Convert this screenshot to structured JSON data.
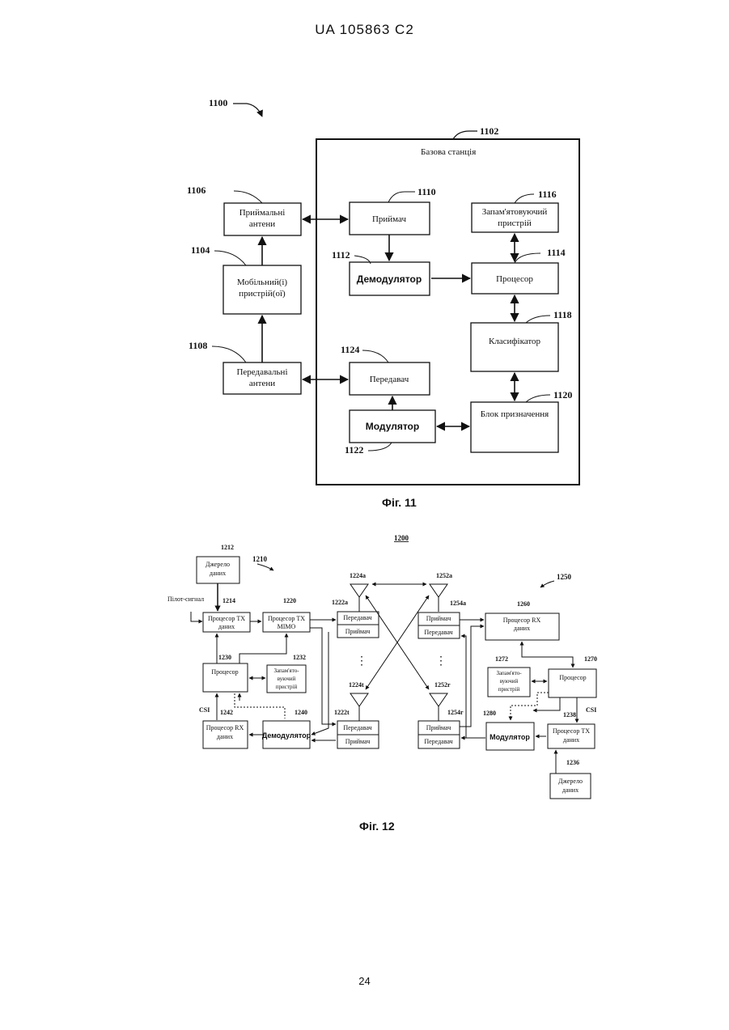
{
  "page": {
    "header": "UA   105863   C2",
    "page_number": "24"
  },
  "fig11": {
    "caption": "Фіг. 11",
    "ref_system": "1100",
    "ref_station": "1102",
    "station_title": "Базова станція",
    "boxes": {
      "rx_antennas": {
        "line1": "Приймальні",
        "line2": "антени",
        "ref": "1106"
      },
      "mobile": {
        "line1": "Мобільний(і)",
        "line2": "пристрій(ої)",
        "ref": "1104"
      },
      "tx_antennas": {
        "line1": "Передавальні",
        "line2": "антени",
        "ref": "1108"
      },
      "receiver": {
        "label": "Приймач",
        "ref": "1110"
      },
      "demodulator": {
        "label": "Демодулятор",
        "ref": "1112"
      },
      "memory": {
        "line1": "Запам'ятовуючий",
        "line2": "пристрій",
        "ref": "1116"
      },
      "processor": {
        "label": "Процесор",
        "ref": "1114"
      },
      "classifier": {
        "label": "Класифікатор",
        "ref": "1118"
      },
      "transmitter": {
        "label": "Передавач",
        "ref": "1124"
      },
      "modulator": {
        "label": "Модулятор",
        "ref": "1122"
      },
      "assign_unit": {
        "label": "Блок призначення",
        "ref": "1120"
      }
    }
  },
  "fig12": {
    "caption": "Фіг. 12",
    "ref_system": "1200",
    "ref_tx_system": "1210",
    "ref_rx_system": "1250",
    "pilot_label": "Пілот-сигнал",
    "cs_left": "CSI",
    "cs_right": "CSI",
    "dots": "⋮",
    "boxes": {
      "data_src_l": {
        "line1": "Джерело",
        "line2": "даних",
        "ref": "1212"
      },
      "tx_proc_l": {
        "line1": "Процесор TX",
        "line2": "даних",
        "ref": "1214"
      },
      "tx_mimo": {
        "line1": "Процесор TX",
        "line2": "MIMO",
        "ref": "1220"
      },
      "proc_l": {
        "label": "Процесор",
        "ref": "1230"
      },
      "mem_l": {
        "line1": "Запам'ято-",
        "line2": "вуючий",
        "line3": "пристрій",
        "ref": "1232"
      },
      "rx_proc_l": {
        "line1": "Процесор RX",
        "line2": "даних",
        "ref": "1242"
      },
      "demod_l": {
        "label": "Демодулятор",
        "ref": "1240"
      },
      "trx_la": {
        "top": "Передавач",
        "bottom": "Приймач",
        "ref": "1222a"
      },
      "trx_lt": {
        "top": "Передавач",
        "bottom": "Приймач",
        "ref": "1222t"
      },
      "ant_la": {
        "ref": "1224a"
      },
      "ant_lt": {
        "ref": "1224t"
      },
      "ant_ra": {
        "ref": "1252a"
      },
      "ant_rr": {
        "ref": "1252r"
      },
      "trx_ra": {
        "top": "Приймач",
        "bottom": "Передавач",
        "ref": "1254a"
      },
      "trx_rr": {
        "top": "Приймач",
        "bottom": "Передавач",
        "ref": "1254r"
      },
      "rx_proc_r": {
        "line1": "Процесор RX",
        "line2": "даних",
        "ref": "1260"
      },
      "mem_r": {
        "line1": "Запам'ято-",
        "line2": "вуючий",
        "line3": "пристрій",
        "ref": "1272"
      },
      "proc_r": {
        "label": "Процесор",
        "ref": "1270"
      },
      "mod_r": {
        "label": "Модулятор",
        "ref": "1280"
      },
      "tx_proc_r": {
        "line1": "Процесор TX",
        "line2": "даних",
        "ref": "1238"
      },
      "data_src_r": {
        "line1": "Джерело",
        "line2": "даних",
        "ref": "1236"
      }
    }
  }
}
